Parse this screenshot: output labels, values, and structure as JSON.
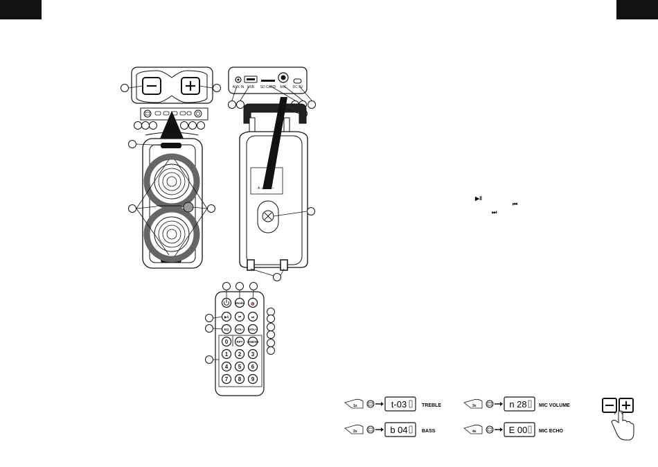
{
  "ports": {
    "aux": "AUX IN",
    "usb": "USB",
    "sd": "SD CARD",
    "mic": "MIC",
    "dc": "DC 5V"
  },
  "remote": {
    "mode": "Mode",
    "eq": "EQ",
    "vol_minus": "VOL-",
    "vol_plus": "VOL+",
    "rpt": "RPT",
    "usbsd": "USB/SD",
    "digits": [
      "0",
      "1",
      "2",
      "3",
      "4",
      "5",
      "6",
      "7",
      "8",
      "9"
    ]
  },
  "transport_icons": [
    "play-pause-icon",
    "previous-track-icon",
    "next-track-icon"
  ],
  "transport_glyphs": {
    "play_pause": "▶ǁ",
    "prev": "⏮",
    "next": "⏭"
  },
  "settings": [
    {
      "step": "1x",
      "display": "t-03",
      "label": "TREBLE"
    },
    {
      "step": "2x",
      "display": "b 04",
      "label": "BASS"
    },
    {
      "step": "3x",
      "display": "n 28",
      "label": "MIC VOLUME"
    },
    {
      "step": "4x",
      "display": "E 00",
      "label": "MIC ECHO"
    }
  ]
}
